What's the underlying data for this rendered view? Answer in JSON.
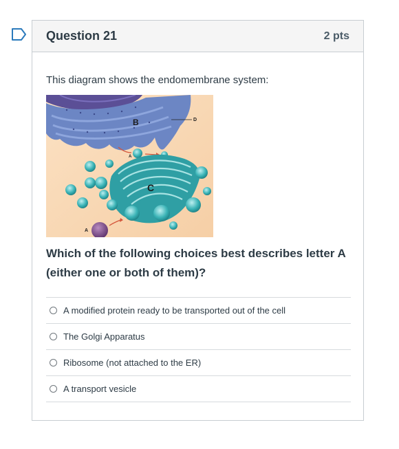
{
  "question": {
    "title": "Question 21",
    "points": "2 pts",
    "intro": "This diagram shows the endomembrane system:",
    "prompt": "Which of the following choices best describes letter A (either one or both of them)?",
    "diagram_labels": {
      "a_top": "A",
      "a_bottom": "A",
      "b": "B",
      "c": "C",
      "d": "D"
    },
    "answers": [
      {
        "label": "A modified protein ready to be transported out of the cell"
      },
      {
        "label": "The Golgi Apparatus"
      },
      {
        "label": "Ribosome (not attached to the ER)"
      },
      {
        "label": "A transport vesicle"
      }
    ]
  },
  "colors": {
    "flag": "#2b7abc",
    "header_bg": "#f5f5f5",
    "border": "#c7cdd1",
    "text": "#2d3b45"
  }
}
